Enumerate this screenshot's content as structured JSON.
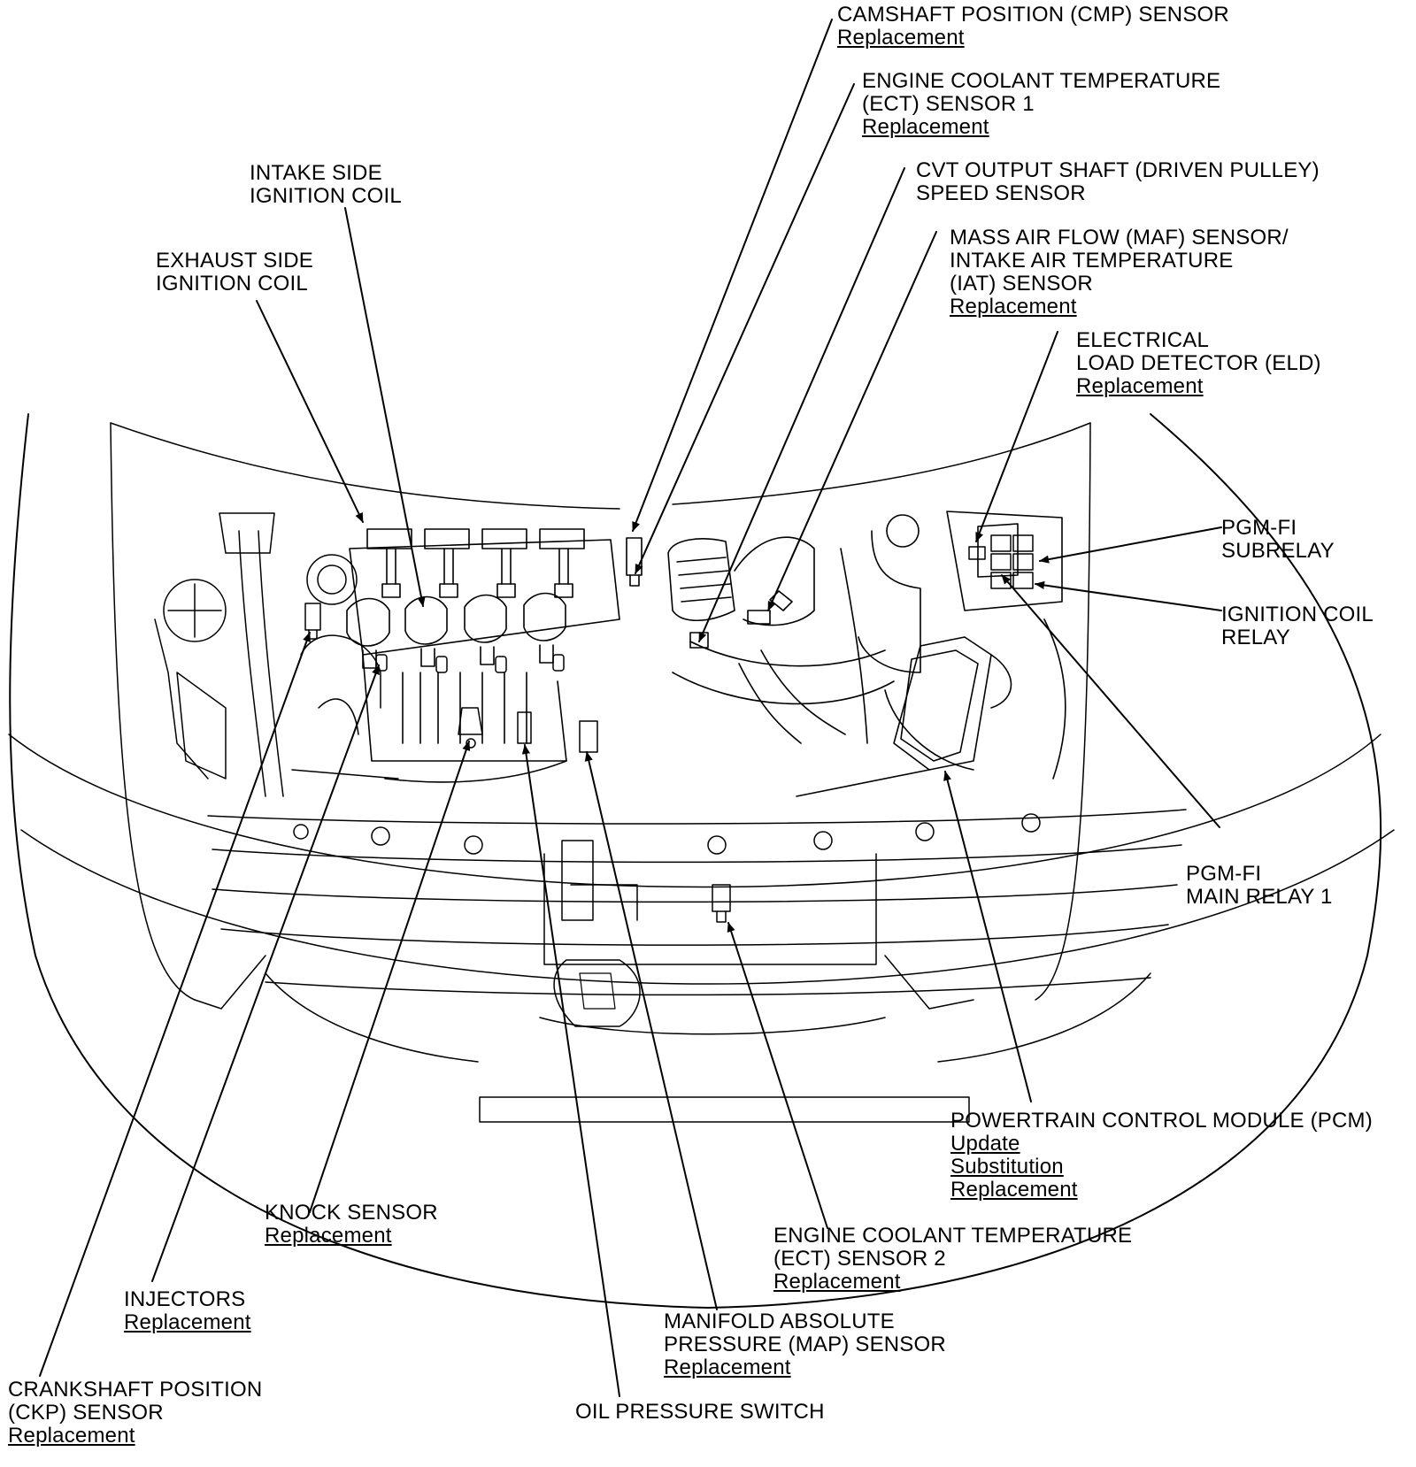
{
  "callouts": [
    {
      "id": "cmp",
      "lines": [
        "CAMSHAFT POSITION (CMP) SENSOR"
      ],
      "links": [
        "Replacement"
      ]
    },
    {
      "id": "ect1",
      "lines": [
        "ENGINE COOLANT TEMPERATURE",
        "(ECT) SENSOR 1"
      ],
      "links": [
        "Replacement"
      ]
    },
    {
      "id": "cvt",
      "lines": [
        "CVT OUTPUT SHAFT (DRIVEN PULLEY)",
        "SPEED SENSOR"
      ],
      "links": []
    },
    {
      "id": "maf",
      "lines": [
        "MASS AIR FLOW (MAF) SENSOR/",
        "INTAKE AIR TEMPERATURE",
        "(IAT) SENSOR"
      ],
      "links": [
        "Replacement"
      ]
    },
    {
      "id": "eld",
      "lines": [
        "ELECTRICAL",
        "LOAD DETECTOR (ELD)"
      ],
      "links": [
        "Replacement"
      ]
    },
    {
      "id": "subrelay",
      "lines": [
        "PGM-FI",
        "SUBRELAY"
      ],
      "links": []
    },
    {
      "id": "igrelay",
      "lines": [
        "IGNITION COIL",
        "RELAY"
      ],
      "links": []
    },
    {
      "id": "mainrelay",
      "lines": [
        "PGM-FI",
        "MAIN RELAY 1"
      ],
      "links": []
    },
    {
      "id": "pcm",
      "lines": [
        "POWERTRAIN CONTROL MODULE (PCM)"
      ],
      "links": [
        "Update",
        "Substitution",
        "Replacement"
      ]
    },
    {
      "id": "ect2",
      "lines": [
        "ENGINE COOLANT TEMPERATURE",
        "(ECT) SENSOR 2"
      ],
      "links": [
        "Replacement"
      ]
    },
    {
      "id": "map",
      "lines": [
        "MANIFOLD ABSOLUTE",
        "PRESSURE (MAP) SENSOR"
      ],
      "links": [
        "Replacement"
      ]
    },
    {
      "id": "oil",
      "lines": [
        "OIL PRESSURE SWITCH"
      ],
      "links": []
    },
    {
      "id": "ckp",
      "lines": [
        "CRANKSHAFT POSITION",
        "(CKP) SENSOR"
      ],
      "links": [
        "Replacement"
      ]
    },
    {
      "id": "inj",
      "lines": [
        "INJECTORS"
      ],
      "links": [
        "Replacement"
      ]
    },
    {
      "id": "knock",
      "lines": [
        "KNOCK SENSOR"
      ],
      "links": [
        "Replacement"
      ]
    },
    {
      "id": "intake",
      "lines": [
        "INTAKE SIDE",
        "IGNITION COIL"
      ],
      "links": []
    },
    {
      "id": "exhaust",
      "lines": [
        "EXHAUST SIDE",
        "IGNITION COIL"
      ],
      "links": []
    }
  ]
}
